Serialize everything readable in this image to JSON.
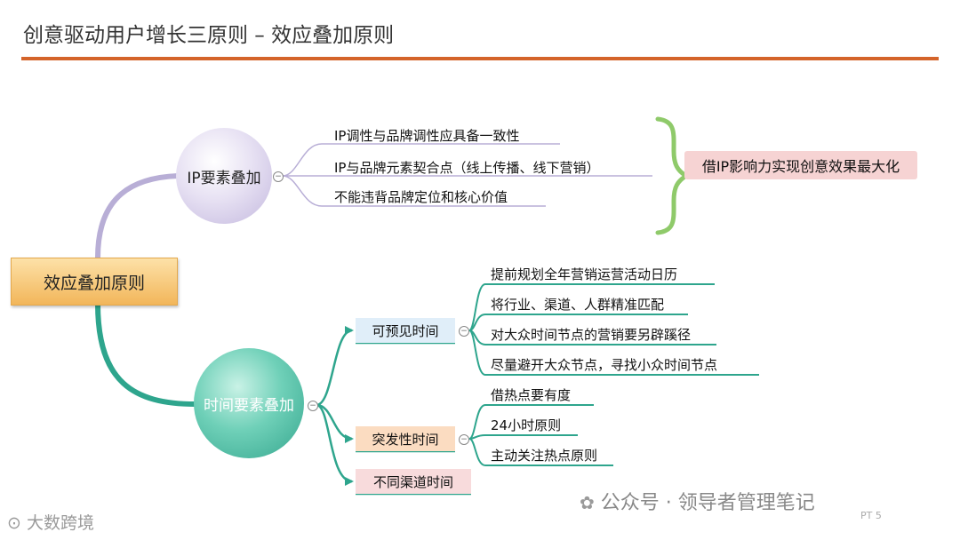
{
  "title": "创意驱动用户增长三原则 – 效应叠加原则",
  "root": "效应叠加原则",
  "ip_branch": {
    "label": "IP要素叠加",
    "leaves": [
      "IP调性与品牌调性应具备一致性",
      "IP与品牌元素契合点（线上传播、线下营销）",
      "不能违背品牌定位和核心价值"
    ],
    "result": "借IP影响力实现创意效果最大化"
  },
  "time_branch": {
    "label": "时间要素叠加",
    "predictable": {
      "label": "可预见时间",
      "leaves": [
        "提前规划全年营销运营活动日历",
        "将行业、渠道、人群精准匹配",
        "对大众时间节点的营销要另辟蹊径",
        "尽量避开大众节点，寻找小众时间节点"
      ]
    },
    "sudden": {
      "label": "突发性时间",
      "leaves": [
        "借热点要有度",
        "24小时原则",
        "主动关注热点原则"
      ]
    },
    "channel": {
      "label": "不同渠道时间"
    }
  },
  "collapse_symbol": "−",
  "watermarks": {
    "wechat": "公众号 · 领导者管理笔记",
    "brand": "大数跨境",
    "page": "PT 5"
  },
  "colors": {
    "accent_rule": "#d4642a",
    "teal": "#2ea58d",
    "purple_branch": "#b8aed6",
    "brace": "#8fca6a"
  }
}
